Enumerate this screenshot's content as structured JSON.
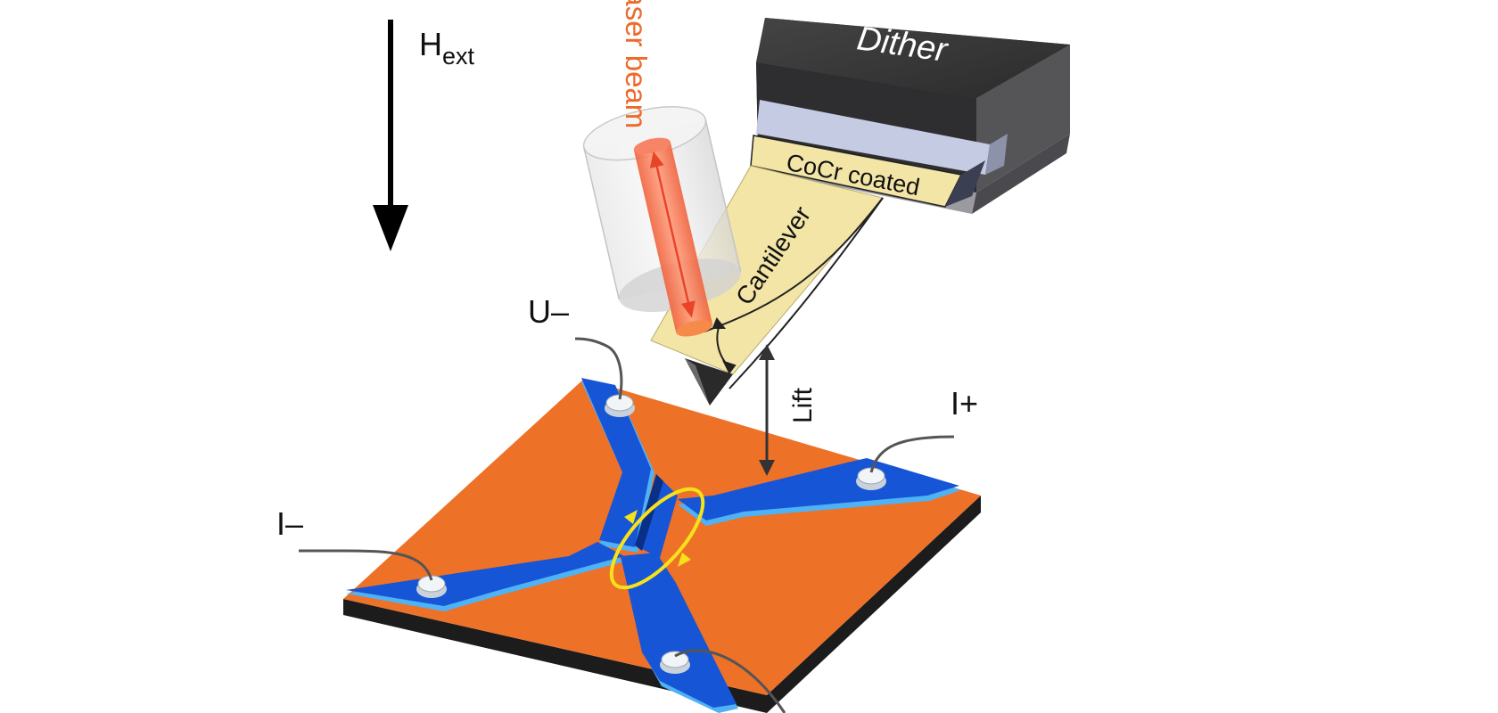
{
  "labels": {
    "field_main": "H",
    "field_sub": "ext",
    "laser": "Laser beam",
    "dither": "Dither",
    "coating": "CoCr coated",
    "cantilever": "Cantilever",
    "lift": "Lift",
    "u_minus": "U–",
    "i_plus": "I+",
    "i_minus": "I–"
  },
  "colors": {
    "substrate_top": "#ee7128",
    "substrate_side": "#1c1c1c",
    "electrode": "#1655d6",
    "electrode_edge": "#4fb2f5",
    "laser": "#f46a3c",
    "laser_label": "#ee6a2b",
    "dither_top": "#3b3b3b",
    "cantilever": "#f3e5a6",
    "loop": "#f7e21a"
  },
  "icons": {
    "field_arrow": "down-arrow-icon",
    "lift_arrow": "double-vertical-arrow-icon",
    "current_loop": "circular-current-icon"
  }
}
